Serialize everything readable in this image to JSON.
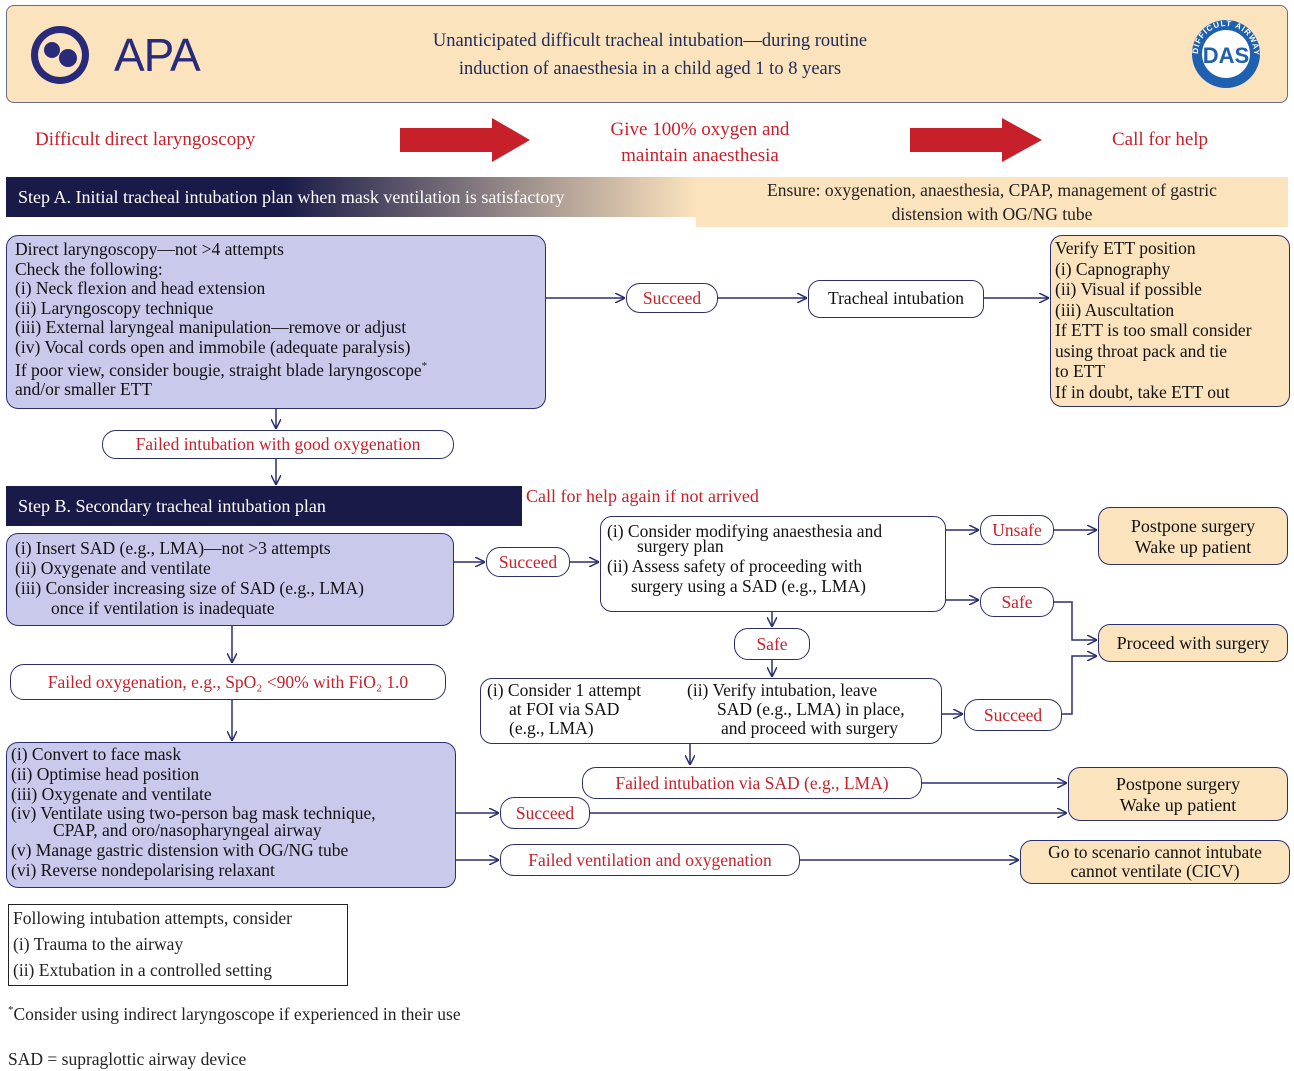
{
  "header": {
    "logo_left_text": "APA",
    "title_line1": "Unanticipated difficult tracheal intubation—during routine",
    "title_line2": "induction of anaesthesia in a child aged 1 to 8 years",
    "logo_right_text": "DAS",
    "logo_right_ring_text": "DIFFICULT AIRWAY SOCIETY"
  },
  "top_flow": {
    "step1": "Difficult direct laryngoscopy",
    "step2_line1": "Give 100% oxygen and",
    "step2_line2": "maintain anaesthesia",
    "step3": "Call for help"
  },
  "step_a": {
    "title": "Step A. Initial tracheal intubation plan when mask ventilation is satisfactory",
    "ensure_line1": "Ensure: oxygenation, anaesthesia, CPAP, management of gastric",
    "ensure_line2": "distension with OG/NG tube",
    "main_box": [
      "Direct laryngoscopy—not >4 attempts",
      "Check the following:",
      " (i) Neck flexion and head extension",
      " (ii) Laryngoscopy technique",
      "(iii) External laryngeal manipulation—remove or adjust",
      " (iv) Vocal cords open and immobile (adequate paralysis)",
      " If poor view, consider bougie, straight blade laryngoscope",
      " and/or smaller ETT"
    ],
    "asterisk": "*",
    "succeed": "Succeed",
    "tracheal_intubation": "Tracheal intubation",
    "verify_box": [
      "Verify ETT position",
      " (i) Capnography",
      " (ii) Visual if possible",
      "(iii) Auscultation",
      "If ETT is too small consider",
      "using throat pack and tie",
      "to ETT",
      "If in doubt, take ETT out"
    ],
    "failed": "Failed intubation with good oxygenation"
  },
  "step_b": {
    "title": "Step B. Secondary tracheal intubation plan",
    "call_again": "Call for help again if not arrived",
    "sad_box": [
      " (i) Insert SAD (e.g., LMA)—not >3 attempts",
      " (ii) Oxygenate and ventilate",
      "(iii) Consider increasing size of SAD (e.g., LMA)",
      "      once if ventilation is inadequate"
    ],
    "succeed": "Succeed",
    "consider_box": [
      " (i) Consider modifying anaesthesia and",
      "      surgery plan",
      "(ii) Assess safety of proceeding with",
      "      surgery using a SAD (e.g., LMA)"
    ],
    "unsafe": "Unsafe",
    "postpone1": [
      "Postpone surgery",
      "Wake up patient"
    ],
    "safe_right": "Safe",
    "safe_below": "Safe",
    "proceed": "Proceed with surgery",
    "failed_oxygenation": "Failed oxygenation, e.g., SpO₂ <90% with FiO₂ 1.0",
    "foi_col1": [
      "(i) Consider 1 attempt",
      "at FOI via SAD",
      "(e.g., LMA)"
    ],
    "foi_col2": [
      "(ii) Verify intubation, leave",
      "SAD (e.g., LMA) in place,",
      "and proceed with surgery"
    ],
    "succeed_foi": "Succeed",
    "failed_via_sad": "Failed intubation via SAD (e.g., LMA)",
    "postpone2": [
      "Postpone surgery",
      "Wake up patient"
    ],
    "mask_box": [
      " (i) Convert to face mask",
      " (ii) Optimise head position",
      "(iii) Oxygenate and ventilate",
      "(iv) Ventilate using two-person bag mask technique,",
      "       CPAP, and oro/nasopharyngeal airway",
      "  (v) Manage gastric distension with OG/NG tube",
      "(vi) Reverse nondepolarising relaxant"
    ],
    "succeed_mask": "Succeed",
    "failed_ventilation": "Failed ventilation and oxygenation",
    "cicv": [
      "Go to scenario cannot intubate",
      "cannot ventilate (CICV)"
    ]
  },
  "following_box": [
    "Following intubation attempts, consider",
    " (i) Trauma to the airway",
    "(ii) Extubation in a controlled setting"
  ],
  "footnote": "Consider using indirect laryngoscope if experienced in their use",
  "footnote_mark": "*",
  "sad_definition": "SAD = supraglottic airway device",
  "colors": {
    "navy": "#191a48",
    "purple_box": "#c9c9ec",
    "orange_box": "#fbe3bd",
    "red_text": "#c8202a",
    "arrow_red": "#c8202a"
  }
}
